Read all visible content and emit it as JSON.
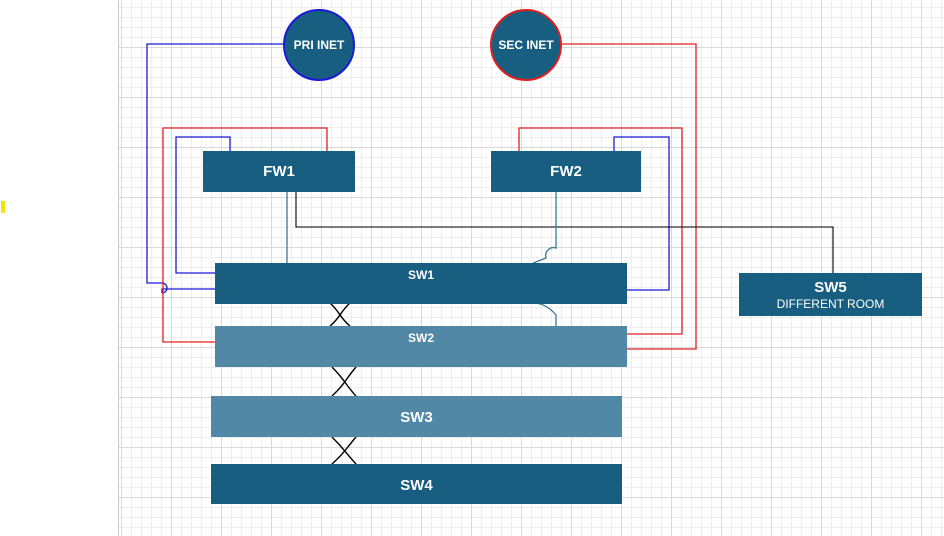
{
  "diagram": {
    "title": "Network topology",
    "colors": {
      "node_dark": "#175e80",
      "node_light": "#5088a6",
      "primary_link": "#1a1ad6",
      "secondary_link": "#e02020",
      "data_link": "#000000"
    },
    "internet": {
      "primary": {
        "label": "PRI INET"
      },
      "secondary": {
        "label": "SEC INET"
      }
    },
    "firewalls": [
      {
        "label": "FW1"
      },
      {
        "label": "FW2"
      }
    ],
    "switches": [
      {
        "label": "SW1"
      },
      {
        "label": "SW2"
      },
      {
        "label": "SW3"
      },
      {
        "label": "SW4"
      },
      {
        "label": "SW5",
        "sublabel": "DIFFERENT ROOM"
      }
    ]
  }
}
